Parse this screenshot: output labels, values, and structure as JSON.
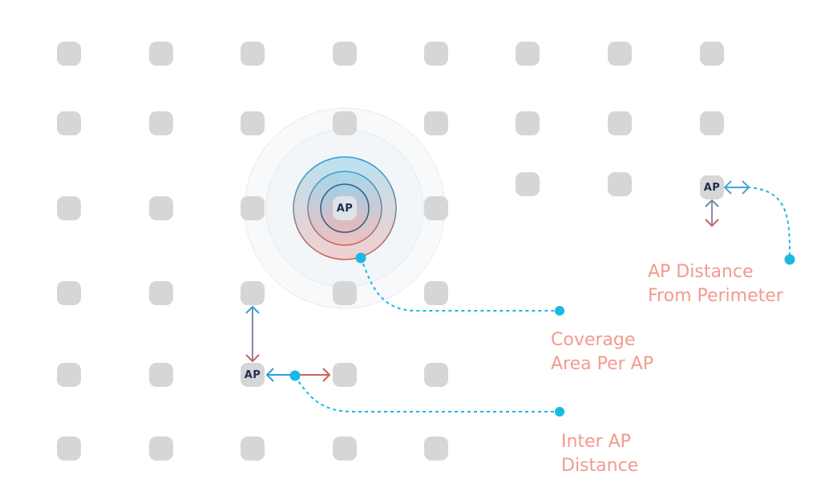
{
  "ap_text": "AP",
  "labels": {
    "coverage_line1": "Coverage",
    "coverage_line2": "Area Per AP",
    "perimeter_line1": "AP Distance",
    "perimeter_line2": "From Perimeter",
    "inter_line1": "Inter AP",
    "inter_line2": "Distance"
  },
  "colors": {
    "tile": "#d6d6d6",
    "label": "#f39a8e",
    "ap_text": "#1f2d4f",
    "connector": "#1ab8e3",
    "arrow_blue": "#2a9fd6",
    "arrow_red": "#c9615a"
  }
}
